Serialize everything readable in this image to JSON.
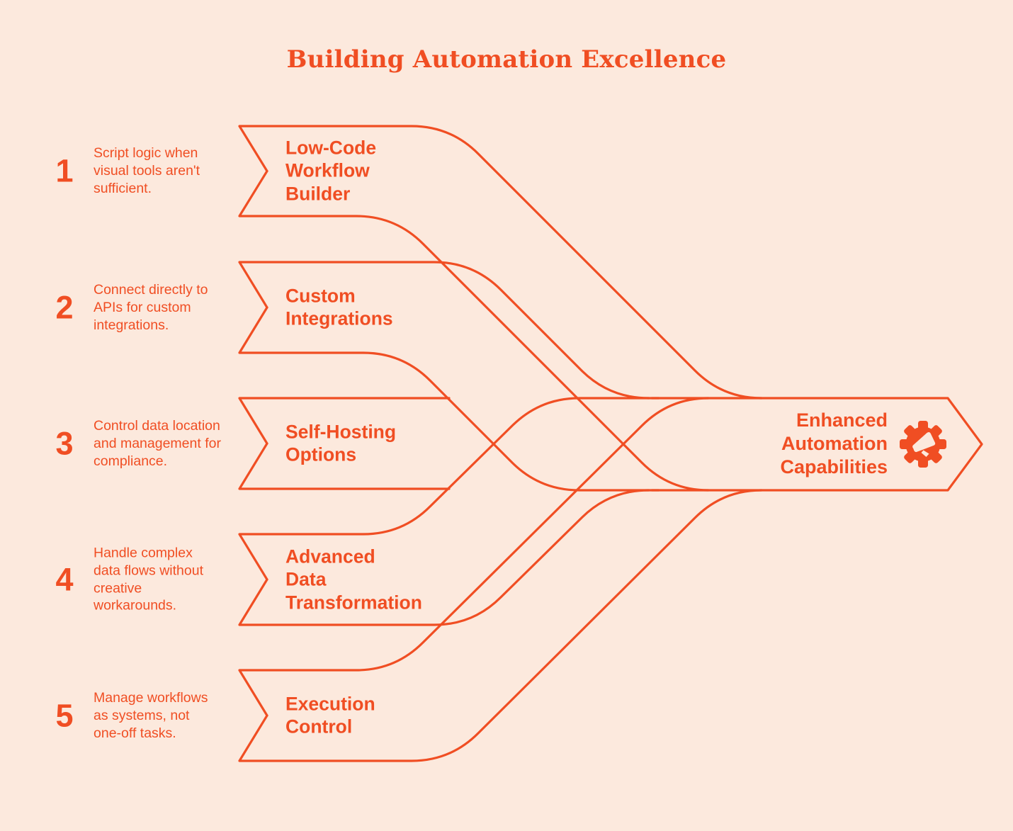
{
  "title": "Building Automation Excellence",
  "colors": {
    "accent": "#F04E23",
    "background": "#FCE9DD"
  },
  "items": [
    {
      "number": "1",
      "description": "Script logic when\nvisual tools aren't\nsufficient.",
      "label": "Low-Code\nWorkflow\nBuilder"
    },
    {
      "number": "2",
      "description": "Connect directly to\nAPIs for custom\nintegrations.",
      "label": "Custom\nIntegrations"
    },
    {
      "number": "3",
      "description": "Control data location\nand management for\ncompliance.",
      "label": "Self-Hosting\nOptions"
    },
    {
      "number": "4",
      "description": "Handle complex\ndata flows without\ncreative\nworkarounds.",
      "label": "Advanced\nData\nTransformation"
    },
    {
      "number": "5",
      "description": "Manage workflows\nas systems, not\none-off tasks.",
      "label": "Execution\nControl"
    }
  ],
  "output": {
    "label": "Enhanced\nAutomation\nCapabilities",
    "icon": "gear-megaphone-icon"
  }
}
